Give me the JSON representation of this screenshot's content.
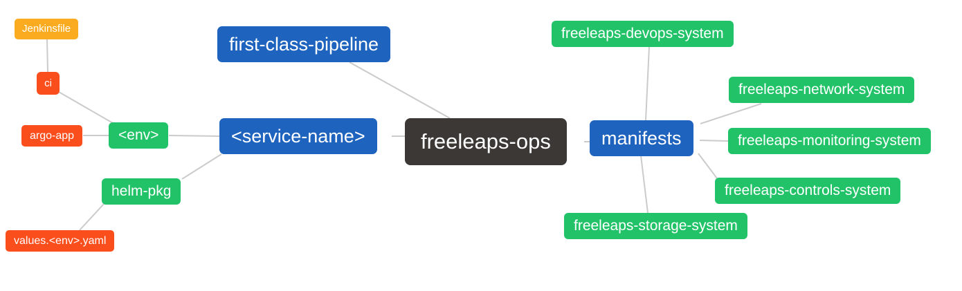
{
  "colors": {
    "root_bg": "#3b3836",
    "branch_blue_bg": "#1e63be",
    "leaf_green_bg": "#22c368",
    "leaf_orange_bg": "#fbab1f",
    "leaf_red_bg": "#fa4e1c",
    "edge_line": "#cbcbcb",
    "text": "#ffffff"
  },
  "nodes": {
    "root": {
      "label": "freeleaps-ops",
      "color": "#3b3836"
    },
    "first_class_pipeline": {
      "label": "first-class-pipeline",
      "color": "#1e63be"
    },
    "service_name": {
      "label": "<service-name>",
      "color": "#1e63be"
    },
    "manifests": {
      "label": "manifests",
      "color": "#1e63be"
    },
    "env": {
      "label": "<env>",
      "color": "#22c368"
    },
    "helm_pkg": {
      "label": "helm-pkg",
      "color": "#22c368"
    },
    "jenkinsfile": {
      "label": "Jenkinsfile",
      "color": "#fbab1f"
    },
    "ci": {
      "label": "ci",
      "color": "#fa4e1c"
    },
    "argo_app": {
      "label": "argo-app",
      "color": "#fa4e1c"
    },
    "values_env_yaml": {
      "label": "values.<env>.yaml",
      "color": "#fa4e1c"
    },
    "devops_system": {
      "label": "freeleaps-devops-system",
      "color": "#22c368"
    },
    "network_system": {
      "label": "freeleaps-network-system",
      "color": "#22c368"
    },
    "monitoring_system": {
      "label": "freeleaps-monitoring-system",
      "color": "#22c368"
    },
    "controls_system": {
      "label": "freeleaps-controls-system",
      "color": "#22c368"
    },
    "storage_system": {
      "label": "freeleaps-storage-system",
      "color": "#22c368"
    }
  },
  "edges": [
    {
      "from": "Jenkinsfile",
      "to": "ci"
    },
    {
      "from": "ci",
      "to": "<env>"
    },
    {
      "from": "argo-app",
      "to": "<env>"
    },
    {
      "from": "<env>",
      "to": "<service-name>"
    },
    {
      "from": "helm-pkg",
      "to": "<service-name>"
    },
    {
      "from": "values.<env>.yaml",
      "to": "helm-pkg"
    },
    {
      "from": "first-class-pipeline",
      "to": "freeleaps-ops"
    },
    {
      "from": "<service-name>",
      "to": "freeleaps-ops"
    },
    {
      "from": "freeleaps-ops",
      "to": "manifests"
    },
    {
      "from": "manifests",
      "to": "freeleaps-devops-system"
    },
    {
      "from": "manifests",
      "to": "freeleaps-network-system"
    },
    {
      "from": "manifests",
      "to": "freeleaps-monitoring-system"
    },
    {
      "from": "manifests",
      "to": "freeleaps-controls-system"
    },
    {
      "from": "manifests",
      "to": "freeleaps-storage-system"
    }
  ]
}
